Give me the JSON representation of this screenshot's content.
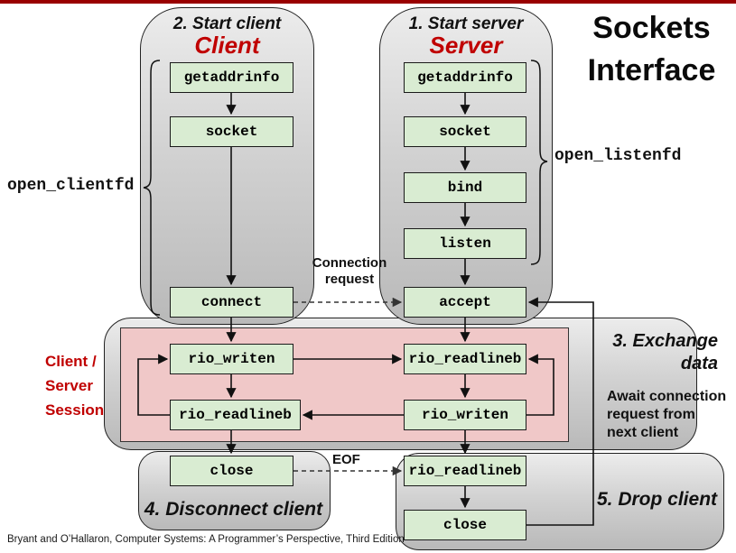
{
  "title": {
    "line1": "Sockets",
    "line2": "Interface"
  },
  "footer": "Bryant and O’Hallaron, Computer Systems: A Programmer’s Perspective, Third Edition",
  "colors": {
    "top_bar": "#990000",
    "accent_red": "#c00000",
    "node_green": "#d9ecd2",
    "session_pink": "#f0c8c8"
  },
  "client": {
    "step_label": "2. Start client",
    "title": "Client",
    "brace_label": "open_clientfd",
    "nodes": {
      "getaddrinfo": "getaddrinfo",
      "socket": "socket",
      "connect": "connect"
    }
  },
  "server": {
    "step_label": "1. Start server",
    "title": "Server",
    "brace_label": "open_listenfd",
    "nodes": {
      "getaddrinfo": "getaddrinfo",
      "socket": "socket",
      "bind": "bind",
      "listen": "listen",
      "accept": "accept"
    }
  },
  "connection_request": {
    "line1": "Connection",
    "line2": "request"
  },
  "session": {
    "side_label": {
      "line1": "Client /",
      "line2": "Server",
      "line3": "Session"
    },
    "step_label": {
      "line1": "3. Exchange",
      "line2": "data"
    },
    "client_nodes": {
      "rio_writen": "rio_writen",
      "rio_readlineb": "rio_readlineb"
    },
    "server_nodes": {
      "rio_readlineb": "rio_readlineb",
      "rio_writen": "rio_writen"
    },
    "await_note": {
      "line1": "Await connection",
      "line2": "request from",
      "line3": "next client"
    }
  },
  "disconnect": {
    "node_close": "close",
    "step_label": "4. Disconnect client",
    "eof_label": "EOF"
  },
  "drop": {
    "node_rio_readlineb": "rio_readlineb",
    "node_close": "close",
    "step_label": "5. Drop client"
  }
}
